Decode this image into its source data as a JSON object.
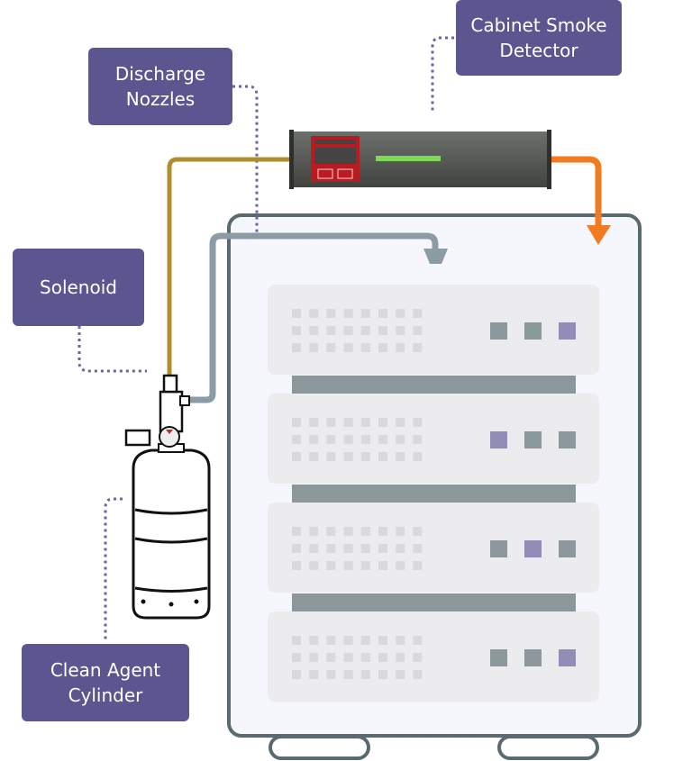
{
  "labels": {
    "cabinet_smoke_detector": "Cabinet Smoke\nDetector",
    "discharge_nozzles": "Discharge\nNozzles",
    "solenoid": "Solenoid",
    "clean_agent_cylinder": "Clean Agent\nCylinder"
  },
  "colors": {
    "label_bg": "#5b568f",
    "leader_dots": "#6a66a3",
    "pipe_supply": "#b08e2e",
    "pipe_discharge": "#8c9ca5",
    "pipe_alarm": "#f07b22",
    "detector_body": "#4f524d",
    "detector_panel": "#b81c22",
    "detector_status": "#7ed957",
    "cabinet_outline": "#5a6a70",
    "cabinet_fill": "#f6f7fc",
    "server_fill": "#ececef",
    "server_rail": "#8c979c",
    "led_off": "#8c979c",
    "led_on": "#918db7",
    "vent": "#d9d9dc"
  },
  "servers": [
    {
      "leds": [
        "off",
        "off",
        "on"
      ]
    },
    {
      "leds": [
        "on",
        "off",
        "off"
      ]
    },
    {
      "leds": [
        "off",
        "on",
        "off"
      ]
    },
    {
      "leds": [
        "off",
        "off",
        "on"
      ]
    }
  ]
}
